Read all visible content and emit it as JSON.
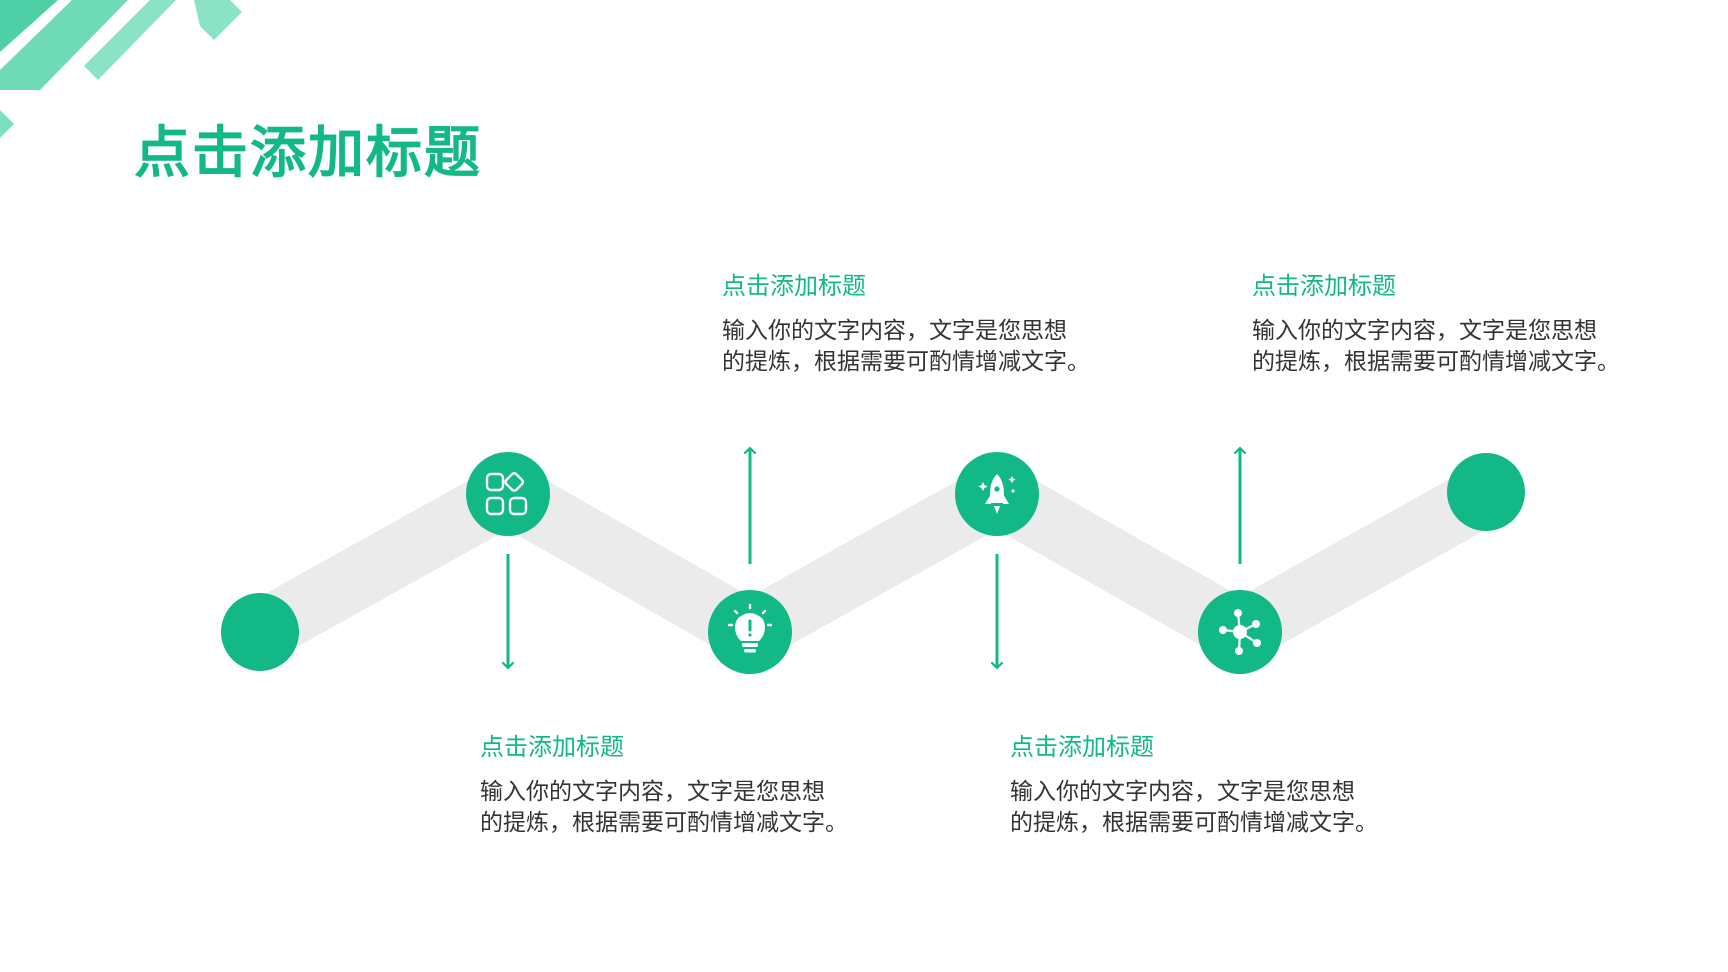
{
  "title": "点击添加标题",
  "colors": {
    "accent": "#12b886",
    "track": "#ebebeb",
    "text": "#333333"
  },
  "steps": [
    {
      "title": "点击添加标题",
      "line1": "输入你的文字内容，文字是您思想",
      "line2": "的提炼，根据需要可酌情增减文字。",
      "icon": "apps-grid-icon"
    },
    {
      "title": "点击添加标题",
      "line1": "输入你的文字内容，文字是您思想",
      "line2": "的提炼，根据需要可酌情增减文字。",
      "icon": "lightbulb-icon"
    },
    {
      "title": "点击添加标题",
      "line1": "输入你的文字内容，文字是您思想",
      "line2": "的提炼，根据需要可酌情增减文字。",
      "icon": "rocket-icon"
    },
    {
      "title": "点击添加标题",
      "line1": "输入你的文字内容，文字是您思想",
      "line2": "的提炼，根据需要可酌情增减文字。",
      "icon": "network-icon"
    }
  ]
}
